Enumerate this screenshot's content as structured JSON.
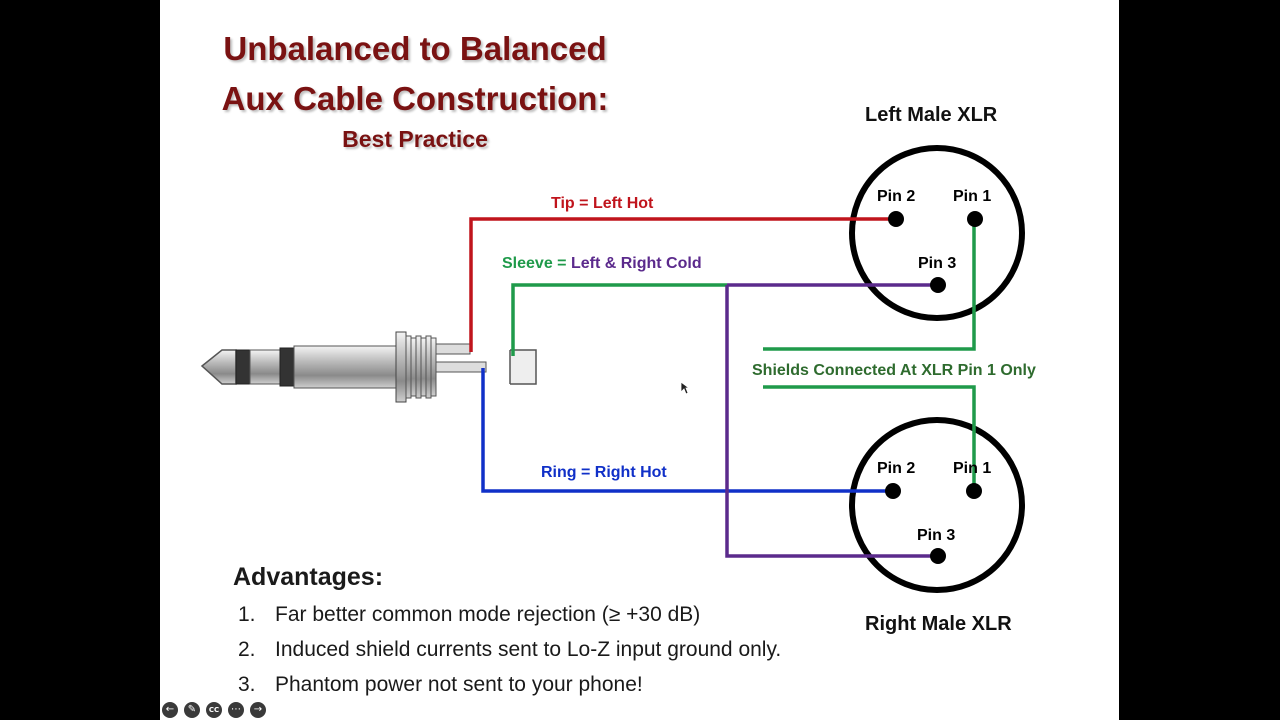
{
  "title": {
    "line1": "Unbalanced to Balanced",
    "line2": "Aux Cable Construction:",
    "subtitle": "Best Practice"
  },
  "xlr": {
    "left_title": "Left Male XLR",
    "right_title": "Right Male XLR",
    "pin1": "Pin 1",
    "pin2": "Pin 2",
    "pin3": "Pin 3"
  },
  "wires": {
    "tip": {
      "label": "Tip = Left Hot",
      "color": "#c0141c"
    },
    "sleeve": {
      "label_part1": "Sleeve = ",
      "label_part2": "Left & Right Cold",
      "color": "#1f9a4a",
      "cold_color": "#5b2a8c"
    },
    "ring": {
      "label": "Ring = Right Hot",
      "color": "#1030c8"
    },
    "shield": {
      "label": "Shields Connected At XLR Pin 1 Only",
      "color": "#2e7d32"
    }
  },
  "advantages": {
    "heading": "Advantages:",
    "items": [
      {
        "num": "1.",
        "text": "Far better common mode rejection (≥ +30 dB)"
      },
      {
        "num": "2.",
        "text": "Induced shield currents sent to Lo-Z input ground only."
      },
      {
        "num": "3.",
        "text": "Phantom power not sent to your phone!"
      }
    ]
  },
  "icons": [
    "back-icon",
    "pen-icon",
    "cc-icon",
    "more-icon",
    "forward-icon"
  ]
}
